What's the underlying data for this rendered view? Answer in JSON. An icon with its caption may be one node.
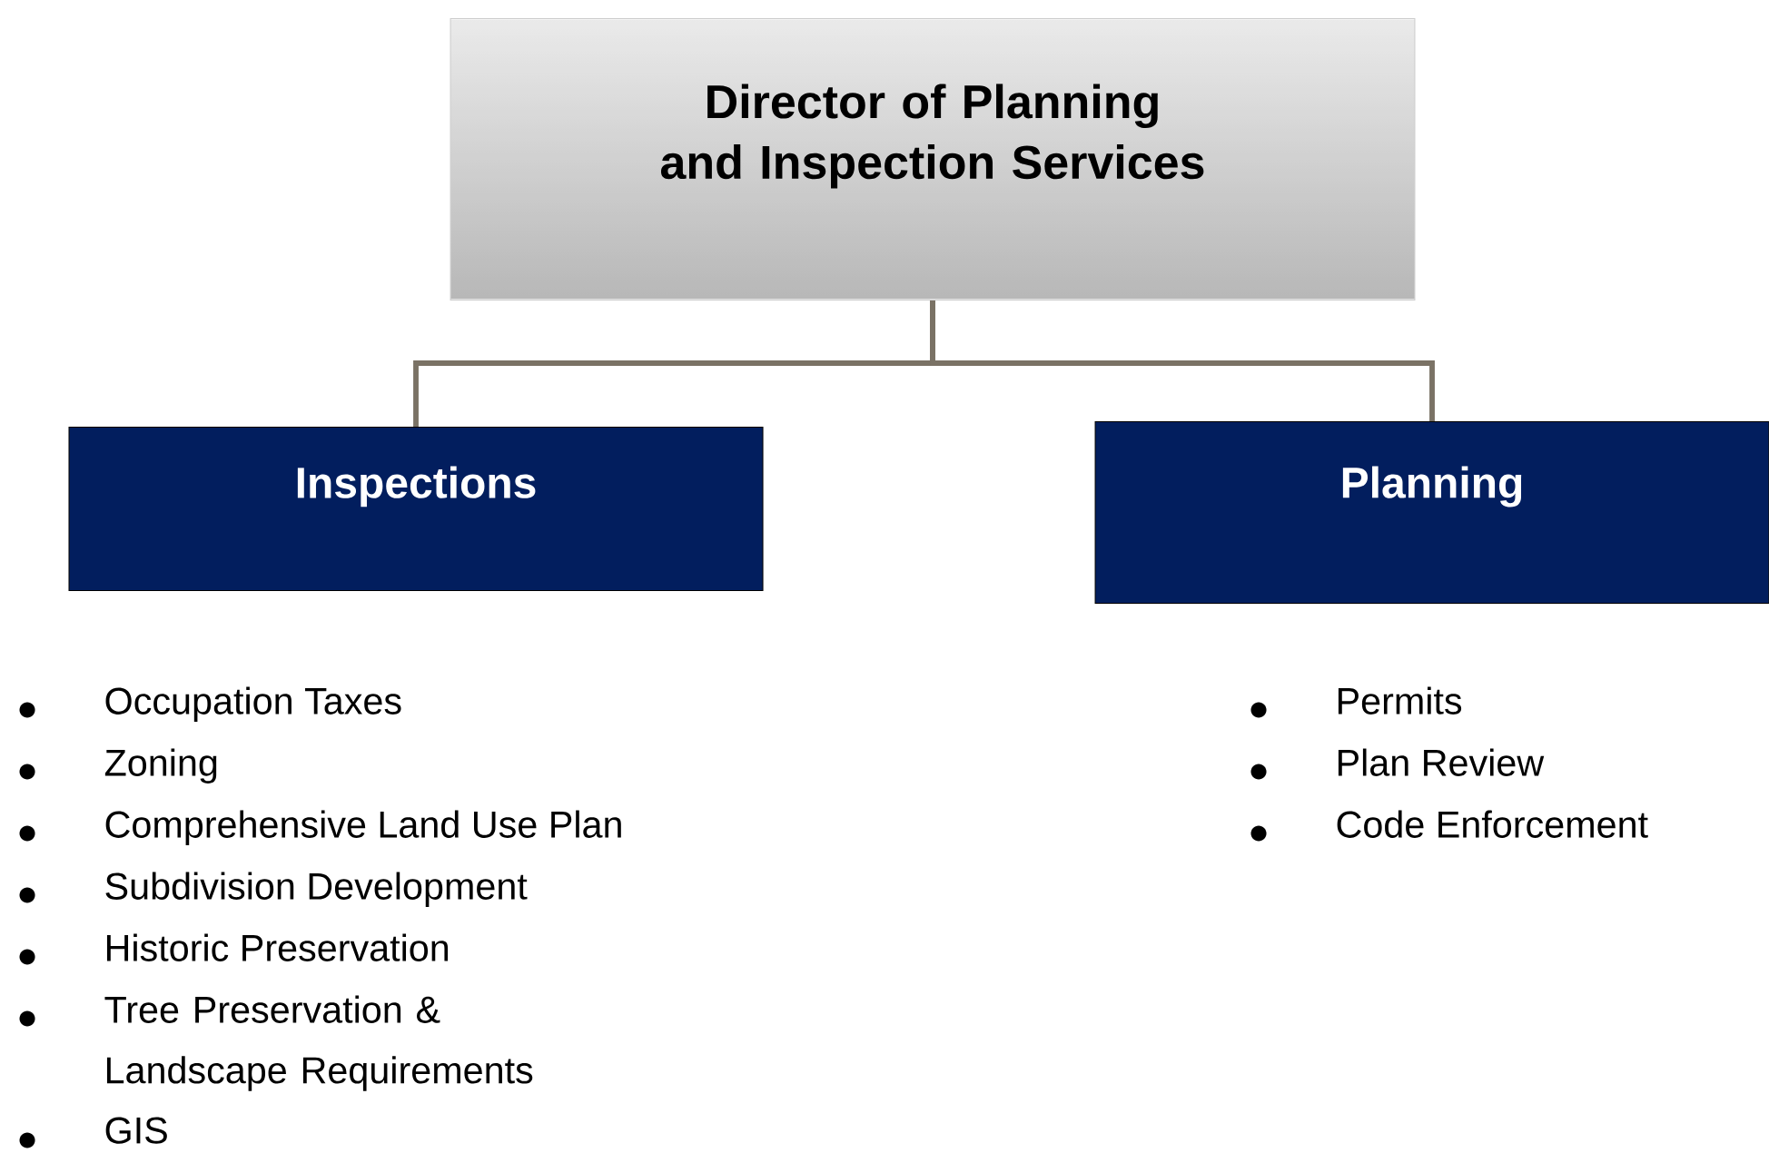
{
  "diagram": {
    "nodes": [
      {
        "text": [
          "Director of Planning and Inspection Services"
        ]
      },
      {
        "text": [
          "Inspections"
        ],
        "beside": [
          "Occupation Taxes",
          "Zoning",
          "Comprehensive Land Use Plan",
          "Subdivision Development",
          "Historic Preservation",
          "Tree Preservation & Landscape Requirements",
          "GIS"
        ]
      },
      {
        "text": [
          "Planning"
        ],
        "beside": [
          "Permits",
          "Plan Review",
          "Code Enforcement"
        ]
      }
    ],
    "edges": [
      {
        "from": 0,
        "to": 1,
        "arrow": "none"
      },
      {
        "from": 0,
        "to": 2,
        "arrow": "none"
      }
    ]
  }
}
